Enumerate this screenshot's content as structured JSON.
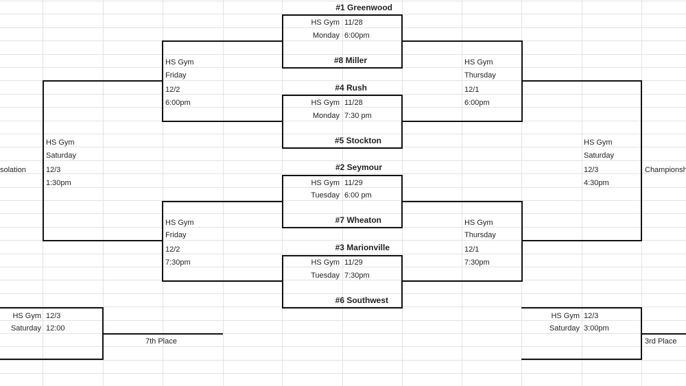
{
  "teams": {
    "greenwood": "#1  Greenwood",
    "miller": "#8  Miller",
    "rush": "#4  Rush",
    "stockton": "#5  Stockton",
    "seymour": "#2  Seymour",
    "wheaton": "#7  Wheaton",
    "marionville": "#3  Marionville",
    "southwest": "#6  Southwest"
  },
  "games": {
    "g1": {
      "venue": "HS Gym",
      "date": "11/28",
      "day": "Monday",
      "time": "6:00pm"
    },
    "g2": {
      "venue": "HS Gym",
      "date": "11/28",
      "day": "Monday",
      "time": "7:30 pm"
    },
    "g3": {
      "venue": "HS Gym",
      "date": "11/29",
      "day": "Tuesday",
      "time": "6:00 pm"
    },
    "g4": {
      "venue": "HS Gym",
      "date": "11/29",
      "day": "Tuesday",
      "time": "7:30pm"
    },
    "cons_semi_1": {
      "venue": "HS Gym",
      "day": "Friday",
      "date": "12/2",
      "time": "6:00pm"
    },
    "cons_semi_2": {
      "venue": "HS Gym",
      "day": "Friday",
      "date": "12/2",
      "time": "7:30pm"
    },
    "semi_1": {
      "venue": "HS Gym",
      "day": "Thursday",
      "date": "12/1",
      "time": "6:00pm"
    },
    "semi_2": {
      "venue": "HS Gym",
      "day": "Thursday",
      "date": "12/1",
      "time": "7:30pm"
    },
    "consolation": {
      "venue": "HS Gym",
      "day": "Saturday",
      "date": "12/3",
      "time": "1:30pm",
      "label": "solation"
    },
    "championship": {
      "venue": "HS Gym",
      "day": "Saturday",
      "date": "12/3",
      "time": "4:30pm",
      "label": "Championsh"
    },
    "seventh": {
      "venue": "HS Gym",
      "date": "12/3",
      "day": "Saturday",
      "time": "12:00",
      "label": "7th Place"
    },
    "third": {
      "venue": "HS Gym",
      "date": "12/3",
      "day": "Saturday",
      "time": "3:00pm",
      "label": "3rd Place"
    }
  }
}
